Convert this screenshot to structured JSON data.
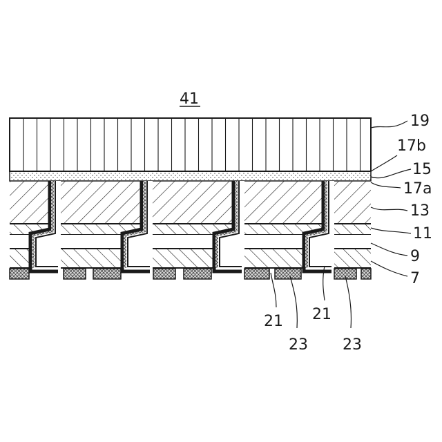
{
  "figure": {
    "title": "41",
    "labels": {
      "l19": "19",
      "l17b": "17b",
      "l15": "15",
      "l17a": "17a",
      "l13": "13",
      "l11": "11",
      "l9": "9",
      "l7": "7",
      "l21a": "21",
      "l23a": "23",
      "l21b": "21",
      "l23b": "23"
    }
  }
}
